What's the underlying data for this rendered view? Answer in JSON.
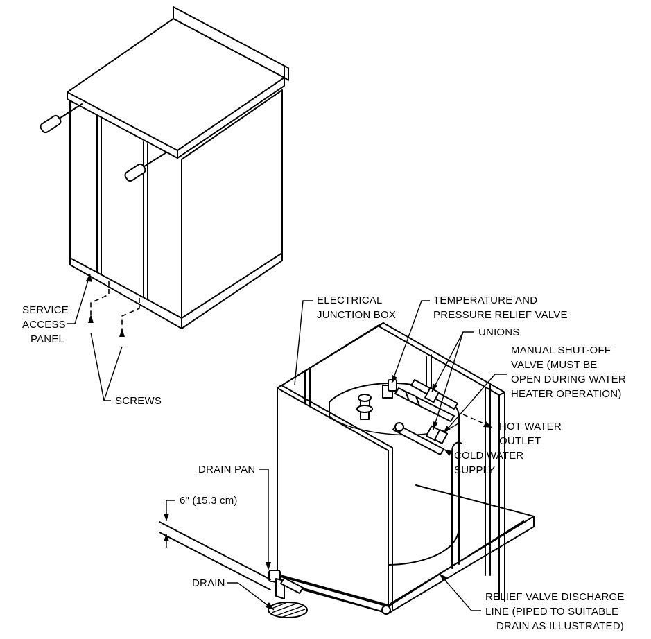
{
  "labels": {
    "service_access_panel": [
      "SERVICE",
      "ACCESS",
      "PANEL"
    ],
    "screws": "SCREWS",
    "electrical_junction_box": [
      "ELECTRICAL",
      "JUNCTION BOX"
    ],
    "temp_pressure_relief_valve": [
      "TEMPERATURE AND",
      "PRESSURE RELIEF VALVE"
    ],
    "unions": "UNIONS",
    "manual_shutoff_valve": [
      "MANUAL SHUT-OFF",
      "VALVE (MUST BE",
      "OPEN DURING WATER",
      "HEATER OPERATION)"
    ],
    "hot_water_outlet": [
      "HOT WATER",
      "OUTLET"
    ],
    "cold_water_supply": [
      "COLD WATER",
      "SUPPLY"
    ],
    "drain_pan": "DRAIN PAN",
    "dimension": "6\" (15.3 cm)",
    "drain": "DRAIN",
    "relief_valve_discharge_line": [
      "RELIEF VALVE DISCHARGE",
      "LINE (PIPED TO SUITABLE",
      "DRAIN AS ILLUSTRATED)"
    ]
  }
}
